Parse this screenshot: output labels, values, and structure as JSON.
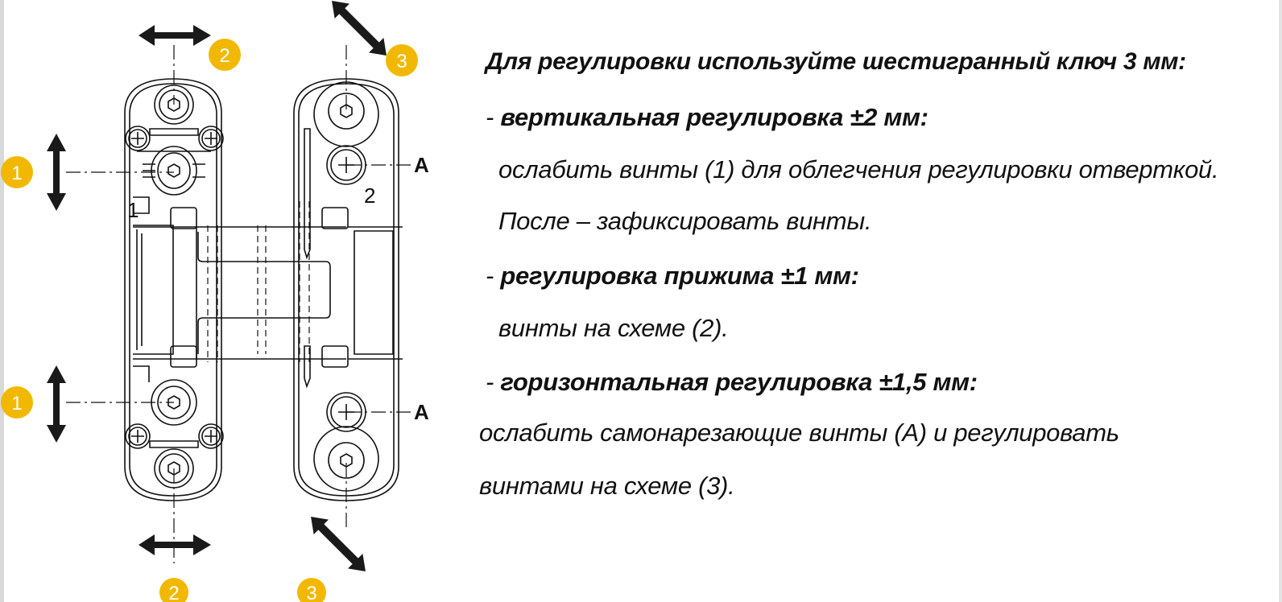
{
  "instructions": {
    "title": "Для регулировки используйте шестигранный ключ 3 мм:",
    "vertical": {
      "dash": "- ",
      "heading": "вертикальная регулировка ±2 мм:",
      "line1": "ослабить винты (1) для облегчения регулировки отверткой.",
      "line2": "После – зафиксировать винты."
    },
    "pressure": {
      "dash": "- ",
      "heading": "регулировка прижима ±1 мм:",
      "line1": "винты на схеме (2)."
    },
    "horizontal": {
      "dash": "- ",
      "heading": "горизонтальная регулировка ±1,5 мм:",
      "line1": "ослабить самонарезающие винты (А) и регулировать",
      "line2": "винтами на схеме (3)."
    }
  },
  "diagram": {
    "badges": [
      {
        "id": "1",
        "label": "1",
        "position": "left-top"
      },
      {
        "id": "1",
        "label": "1",
        "position": "left-bottom"
      },
      {
        "id": "2",
        "label": "2",
        "position": "top"
      },
      {
        "id": "2",
        "label": "2",
        "position": "bottom"
      },
      {
        "id": "3",
        "label": "3",
        "position": "top-right"
      },
      {
        "id": "3",
        "label": "3",
        "position": "bottom"
      }
    ],
    "part_labels": {
      "left_body": "1",
      "right_body": "2"
    },
    "screw_labels": {
      "top": "A",
      "bottom": "A"
    }
  },
  "colors": {
    "badge": "#f2b800",
    "arrow": "#1a1a1a",
    "line": "#111111",
    "background": "#ffffff"
  }
}
